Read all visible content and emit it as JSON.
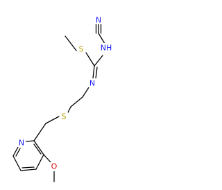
{
  "atoms": {
    "sulfur_methylthio": "S",
    "nh_amine": "NH",
    "n_cyano": "N",
    "n_imine": "N",
    "sulfur_thioether": "S",
    "n_pyridine": "N",
    "o_methoxy": "O"
  },
  "colors": {
    "bond": "#000000",
    "nitrogen": "#1a1aff",
    "sulfur": "#b8a000",
    "oxygen": "#e00000",
    "background": "#ffffff"
  }
}
